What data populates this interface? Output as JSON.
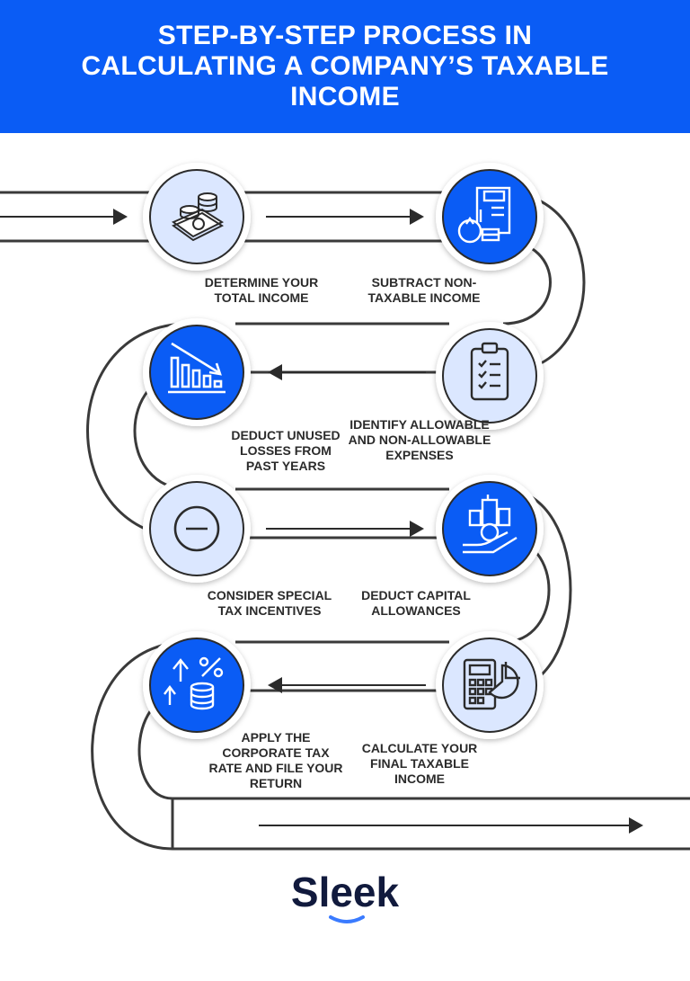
{
  "header": {
    "title": "STEP-BY-STEP PROCESS IN CALCULATING A COMPANY’S TAXABLE INCOME"
  },
  "steps": [
    {
      "label": "DETERMINE YOUR TOTAL INCOME",
      "icon": "money-stack-icon",
      "style": "light"
    },
    {
      "label": "SUBTRACT NON-TAXABLE INCOME",
      "icon": "tax-document-icon",
      "style": "blue"
    },
    {
      "label": "IDENTIFY ALLOWABLE AND NON-ALLOWABLE EXPENSES",
      "icon": "checklist-clipboard-icon",
      "style": "light"
    },
    {
      "label": "DEDUCT UNUSED LOSSES FROM PAST YEARS",
      "icon": "declining-bar-chart-icon",
      "style": "blue"
    },
    {
      "label": "CONSIDER SPECIAL TAX INCENTIVES",
      "icon": "minus-circle-icon",
      "style": "light"
    },
    {
      "label": "DEDUCT CAPITAL ALLOWANCES",
      "icon": "hand-building-icon",
      "style": "blue"
    },
    {
      "label": "CALCULATE YOUR FINAL TAXABLE INCOME",
      "icon": "calculator-pie-icon",
      "style": "light"
    },
    {
      "label": "APPLY THE CORPORATE TAX RATE AND FILE YOUR RETURN",
      "icon": "percent-growth-icon",
      "style": "blue"
    }
  ],
  "brand": {
    "name": "Sleek",
    "text_color": "#111a3d",
    "accent_color": "#3a7bff"
  },
  "colors": {
    "header_bg": "#0a5cf5",
    "circle_blue": "#0a5cf5",
    "circle_light": "#dbe7ff",
    "track": "#3a3a3a"
  }
}
